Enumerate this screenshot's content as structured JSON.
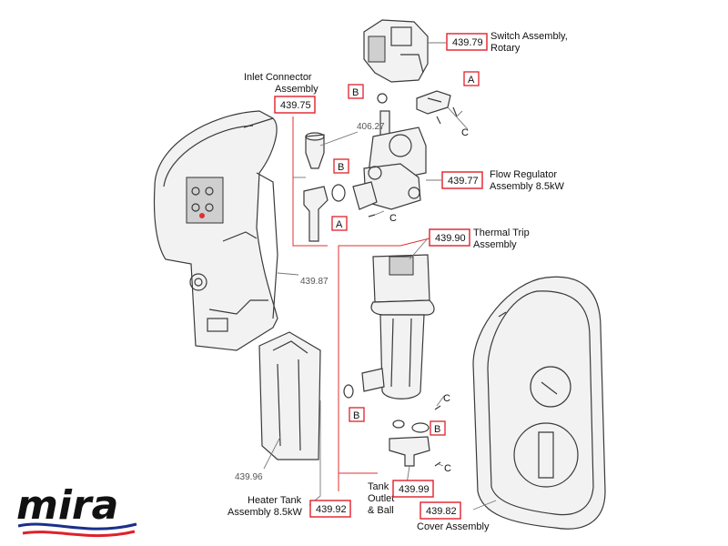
{
  "brand": {
    "logo_text": "mira",
    "wave_color_top": "#1b2f8a",
    "wave_color_bottom": "#e0202a"
  },
  "accent_color": "#e0202a",
  "parts": {
    "switch_assembly": {
      "code": "439.79",
      "line1": "Switch Assembly,",
      "line2": "Rotary"
    },
    "inlet_connector": {
      "code": "439.75",
      "line1": "Inlet Connector",
      "line2": "Assembly"
    },
    "flow_regulator": {
      "code": "439.77",
      "line1": "Flow Regulator",
      "line2": "Assembly 8.5kW"
    },
    "thermal_trip": {
      "code": "439.90",
      "line1": "Thermal Trip",
      "line2": "Assembly"
    },
    "tank_outlet": {
      "code": "439.99",
      "line1": "Tank",
      "line2": "Outlet",
      "line3": "& Ball"
    },
    "heater_tank": {
      "code": "439.92",
      "line1": "Heater Tank",
      "line2": "Assembly 8.5kW"
    },
    "cover_assembly": {
      "code": "439.82",
      "line1": "Cover Assembly"
    }
  },
  "plain_codes": {
    "p406": "406.27",
    "p887": "439.87",
    "p896": "439.96"
  },
  "letters": {
    "a": "A",
    "b": "B",
    "c": "C"
  }
}
